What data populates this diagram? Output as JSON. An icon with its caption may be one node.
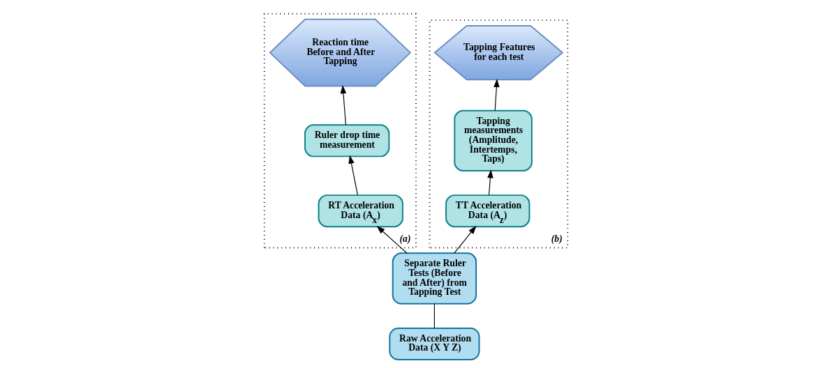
{
  "diagram": {
    "nodes": [
      {
        "text": [
          "Raw Acceleration Data (X Y Z)"
        ]
      },
      {
        "text": [
          "Separate Ruler Tests (Before and After) from Tapping Test"
        ]
      },
      {
        "text": [
          "(a)"
        ]
      },
      {
        "text": [
          "RT Acceleration Data (A$_{x}$)"
        ],
        "in": 2
      },
      {
        "text": [
          "Ruler drop time measurement"
        ],
        "in": 2
      },
      {
        "text": [
          "Reaction time Before and After Tapping"
        ],
        "in": 2
      },
      {
        "text": [
          "(b)"
        ]
      },
      {
        "text": [
          "TT Acceleration Data (A$_{z}$)"
        ],
        "in": 6
      },
      {
        "text": [
          "Tapping measurements (Amplitude, Intertemps, Taps)"
        ],
        "in": 6
      },
      {
        "text": [
          "Tapping Features for each test"
        ],
        "in": 6
      }
    ],
    "edges": [
      {
        "from": 0,
        "to": 1,
        "arrow": "none"
      },
      {
        "from": 1,
        "to": 3,
        "arrow": "to"
      },
      {
        "from": 1,
        "to": 7,
        "arrow": "to"
      },
      {
        "from": 3,
        "to": 4,
        "arrow": "to"
      },
      {
        "from": 4,
        "to": 5,
        "arrow": "to"
      },
      {
        "from": 7,
        "to": 8,
        "arrow": "to"
      },
      {
        "from": 8,
        "to": 9,
        "arrow": "to"
      }
    ]
  }
}
